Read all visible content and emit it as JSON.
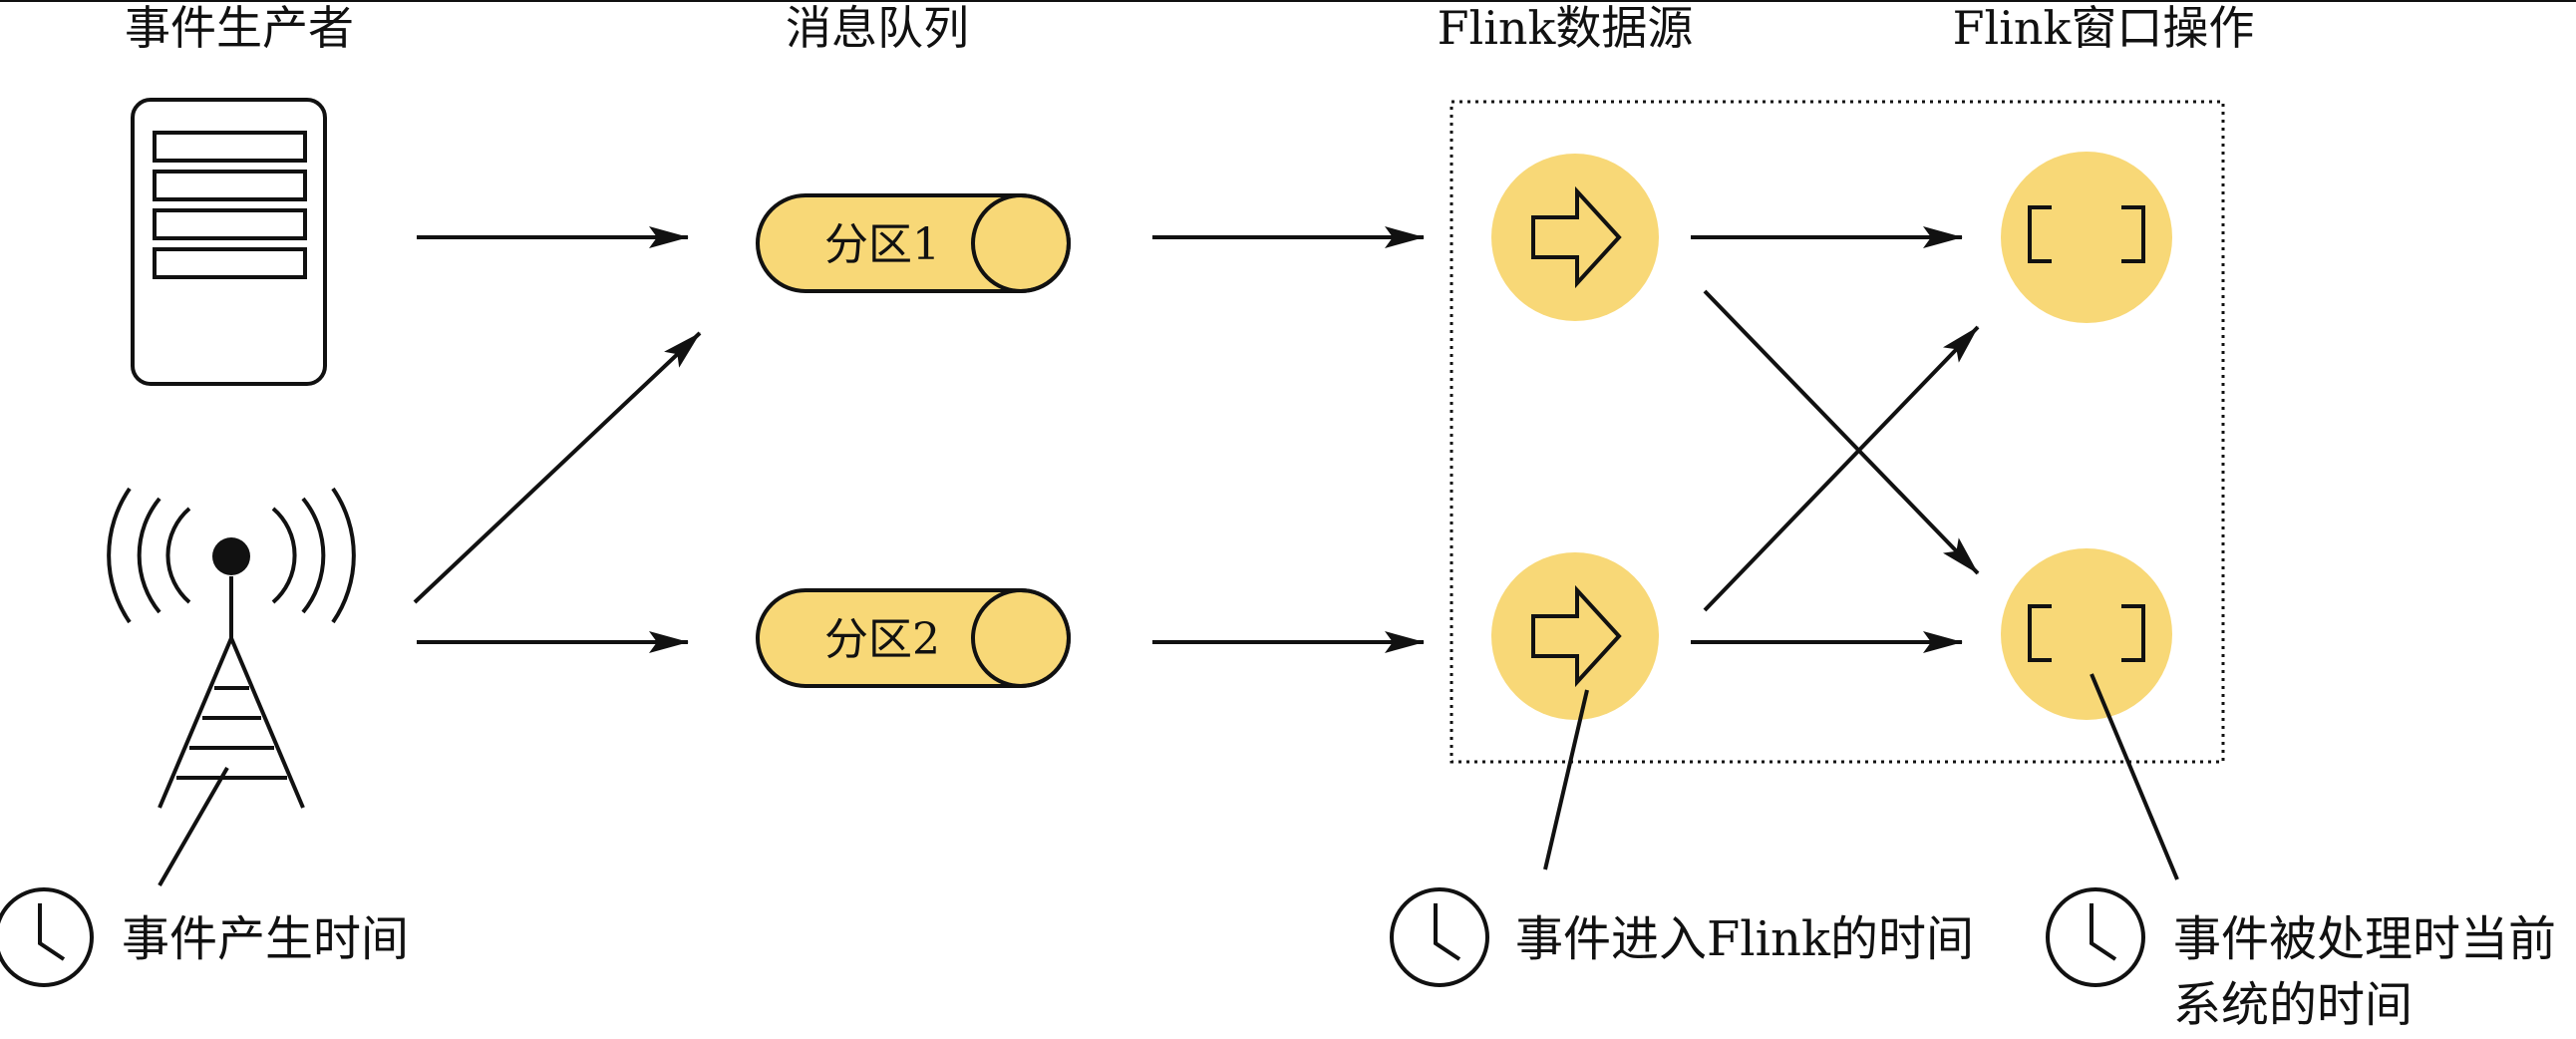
{
  "columns": [
    {
      "id": "producers",
      "title": "事件生产者"
    },
    {
      "id": "queue",
      "title": "消息队列"
    },
    {
      "id": "source",
      "title": "Flink数据源"
    },
    {
      "id": "window",
      "title": "Flink窗口操作"
    }
  ],
  "partitions": [
    {
      "id": "p1",
      "label": "分区1"
    },
    {
      "id": "p2",
      "label": "分区2"
    }
  ],
  "notes": {
    "event_time": "事件产生时间",
    "ingestion_time": "事件进入Flink的时间",
    "processing_time_line1": "事件被处理时当前",
    "processing_time_line2": "系统的时间"
  },
  "icons": {
    "server": "server-icon",
    "antenna": "antenna-tower-icon",
    "clock": "clock-icon",
    "source_node": "arrow-right-icon",
    "window_node": "bracket-window-icon"
  },
  "colors": {
    "accent": "#f8d877",
    "stroke": "#111111"
  }
}
